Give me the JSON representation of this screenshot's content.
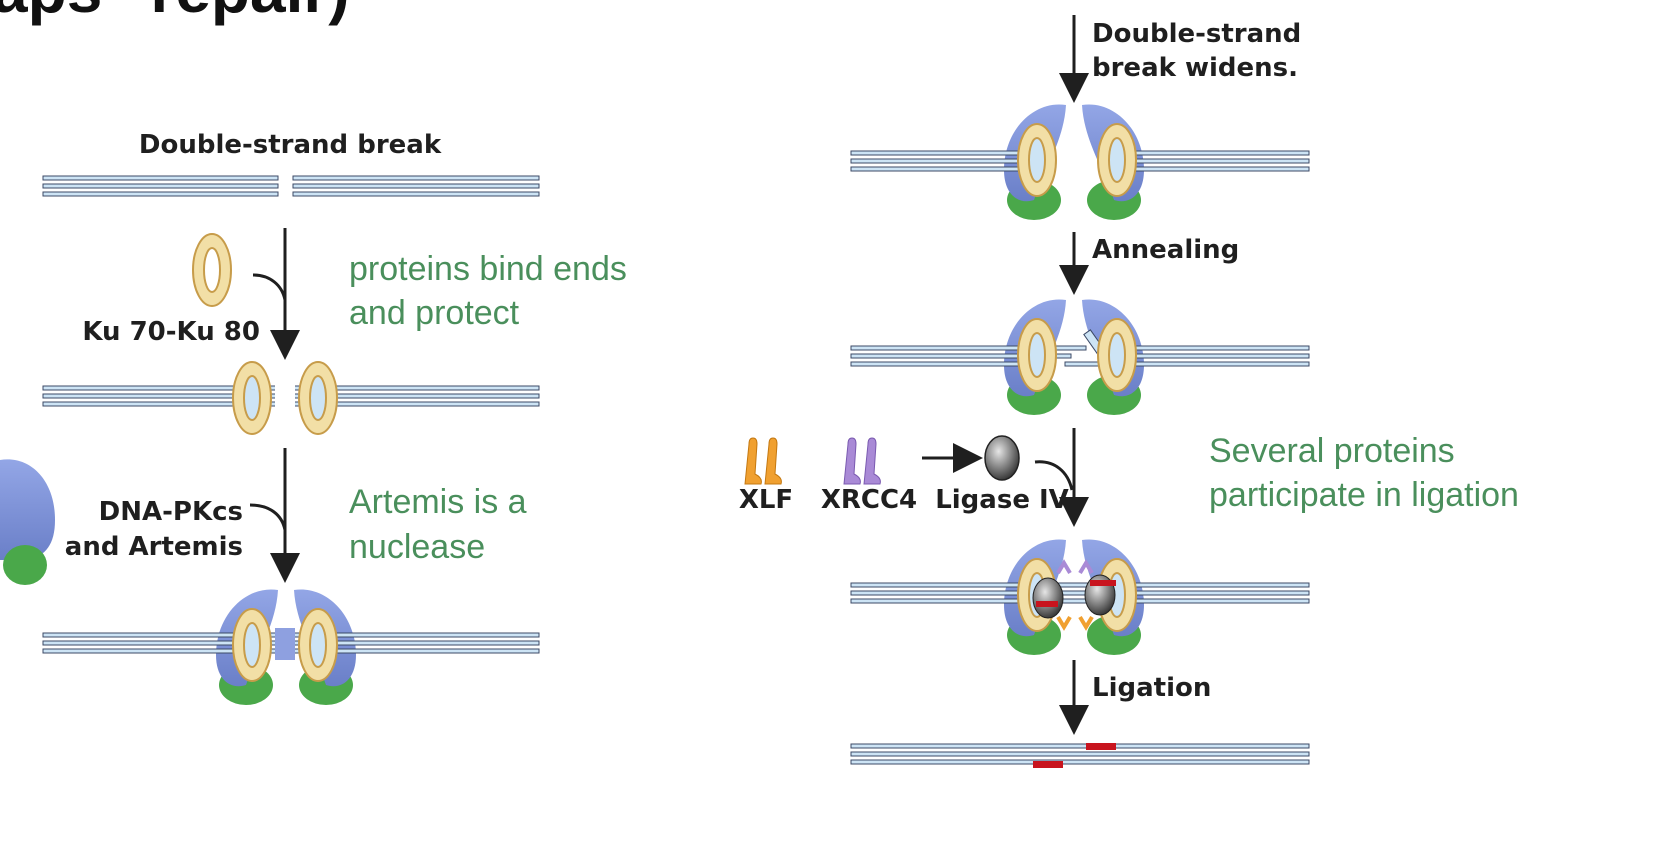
{
  "slide": {
    "title_fragment": "aps\" repair)"
  },
  "left_panel": {
    "step_break": "Double-strand break",
    "step_ku_label": "Ku 70-Ku 80",
    "step_pkcs_line1": "DNA-PKcs",
    "step_pkcs_line2": "and Artemis"
  },
  "right_panel": {
    "widen_line1": "Double-strand",
    "widen_line2": "break widens.",
    "annealing": "Annealing",
    "xlf": "XLF",
    "xrcc4": "XRCC4",
    "ligase": "Ligase IV",
    "ligation": "Ligation"
  },
  "annotations": {
    "proteins_bind_line1": "proteins bind ends",
    "proteins_bind_line2": "and protect",
    "artemis_line1": "Artemis is a",
    "artemis_line2": "nuclease",
    "several_line1": "Several proteins",
    "several_line2": "participate in ligation"
  },
  "colors": {
    "dna_fill": "#cde4f5",
    "dna_edge": "#3c4a66",
    "ku_ring": "#f2dfa6",
    "ku_edge": "#c79c4a",
    "pkcs_blue": "#7f92d6",
    "artemis_green": "#4aa84a",
    "xlf_orange": "#f0a030",
    "xrcc4_purple": "#a98ad6",
    "ligase_gray": "#555555",
    "ligated_red": "#c8141e",
    "annotation_green": "#4a8f5c"
  }
}
